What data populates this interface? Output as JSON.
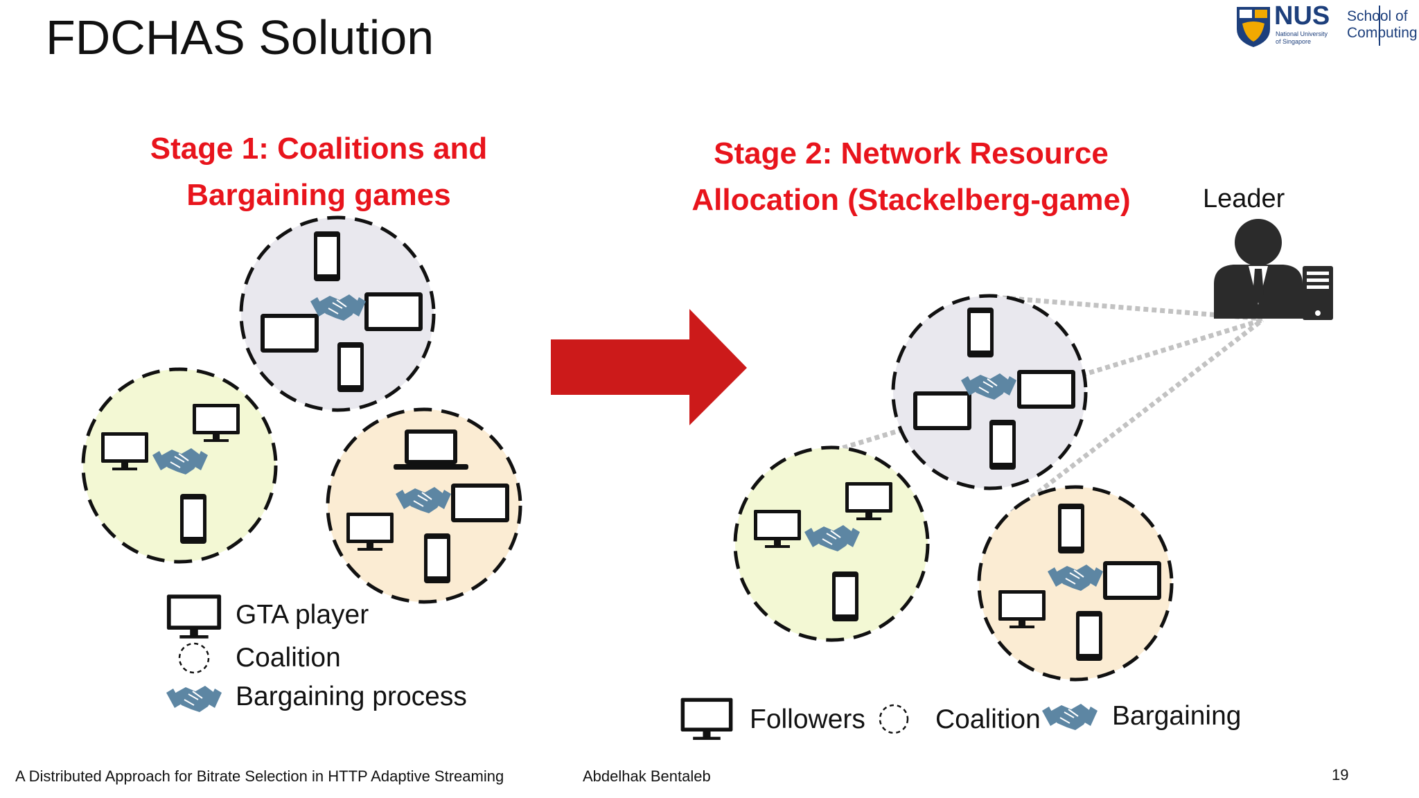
{
  "slide": {
    "title": "FDCHAS Solution",
    "logo": {
      "nus": "NUS",
      "nus_sub_1": "National University",
      "nus_sub_2": "of Singapore",
      "school_1": "School of",
      "school_2": "Computing",
      "color": "#1d3f7c"
    },
    "stage1": {
      "line1": "Stage 1: Coalitions and",
      "line2": "Bargaining games"
    },
    "stage2": {
      "line1": "Stage 2: Network Resource",
      "line2": "Allocation (Stackelberg-game)"
    },
    "leader_label": "Leader",
    "legend1": {
      "player": "GTA player",
      "coalition": "Coalition",
      "bargaining": "Bargaining process"
    },
    "legend2": {
      "followers": "Followers",
      "coalition": "Coalition",
      "bargaining": "Bargaining"
    },
    "footer": {
      "left": "A Distributed Approach for Bitrate Selection in HTTP Adaptive Streaming",
      "author": "Abdelhak Bentaleb",
      "page": "19"
    },
    "colors": {
      "title_red": "#e8141c",
      "arrow_red": "#cc1a1a",
      "coalition_gray": "#e9e8ee",
      "coalition_green": "#f3f8d4",
      "coalition_orange": "#fbecd3",
      "handshake": "#5d86a3",
      "link_gray": "#c2c2c2"
    }
  }
}
